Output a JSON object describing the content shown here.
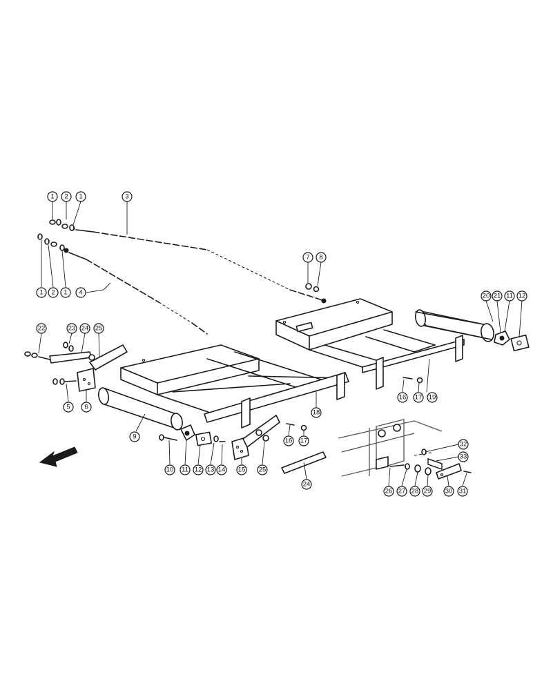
{
  "callouts": [
    {
      "id": "c1a",
      "label": "1"
    },
    {
      "id": "c2a",
      "label": "2"
    },
    {
      "id": "c1b",
      "label": "1"
    },
    {
      "id": "c3",
      "label": "3"
    },
    {
      "id": "c1c",
      "label": "1"
    },
    {
      "id": "c2b",
      "label": "2"
    },
    {
      "id": "c1d",
      "label": "1"
    },
    {
      "id": "c4",
      "label": "4"
    },
    {
      "id": "c7",
      "label": "7"
    },
    {
      "id": "c8",
      "label": "8"
    },
    {
      "id": "c20",
      "label": "20"
    },
    {
      "id": "c21",
      "label": "21"
    },
    {
      "id": "c11a",
      "label": "11"
    },
    {
      "id": "c12a",
      "label": "12"
    },
    {
      "id": "c22",
      "label": "22"
    },
    {
      "id": "c23",
      "label": "23"
    },
    {
      "id": "c24a",
      "label": "24"
    },
    {
      "id": "c25a",
      "label": "25"
    },
    {
      "id": "c5",
      "label": "5"
    },
    {
      "id": "c6",
      "label": "6"
    },
    {
      "id": "c16a",
      "label": "16"
    },
    {
      "id": "c17a",
      "label": "17"
    },
    {
      "id": "c19",
      "label": "19"
    },
    {
      "id": "c18a",
      "label": "18"
    },
    {
      "id": "c9",
      "label": "9"
    },
    {
      "id": "c16b",
      "label": "16"
    },
    {
      "id": "c17b",
      "label": "17"
    },
    {
      "id": "c32",
      "label": "32"
    },
    {
      "id": "c33",
      "label": "33"
    },
    {
      "id": "c10",
      "label": "10"
    },
    {
      "id": "c11b",
      "label": "11"
    },
    {
      "id": "c12b",
      "label": "12"
    },
    {
      "id": "c13",
      "label": "13"
    },
    {
      "id": "c14",
      "label": "14"
    },
    {
      "id": "c15",
      "label": "15"
    },
    {
      "id": "c25b",
      "label": "25"
    },
    {
      "id": "c24b",
      "label": "24"
    },
    {
      "id": "c26",
      "label": "26"
    },
    {
      "id": "c27",
      "label": "27"
    },
    {
      "id": "c28",
      "label": "28"
    },
    {
      "id": "c29",
      "label": "29"
    },
    {
      "id": "c30",
      "label": "30"
    },
    {
      "id": "c31",
      "label": "31"
    }
  ]
}
